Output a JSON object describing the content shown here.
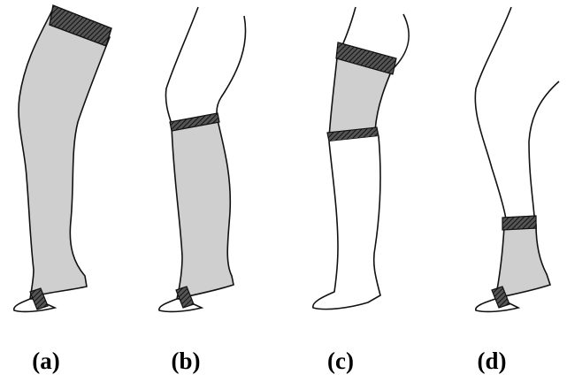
{
  "labels": {
    "a": "(a)",
    "b": "(b)",
    "c": "(c)",
    "d": "(d)"
  },
  "colors": {
    "stocking_fill": "#cfcfcf",
    "band_fill": "#3a3a3a",
    "outline": "#111111",
    "background": "#ffffff"
  }
}
